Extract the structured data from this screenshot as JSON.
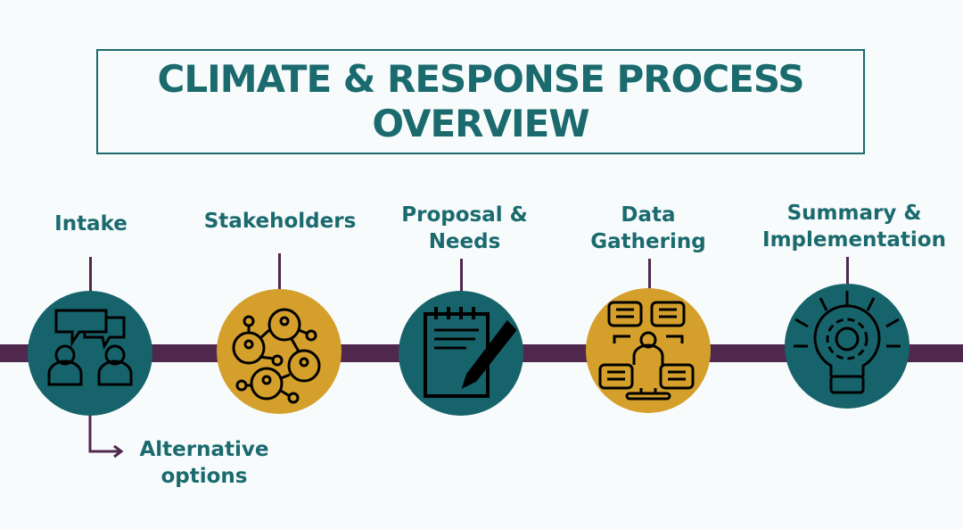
{
  "title": {
    "line1": "CLIMATE & RESPONSE PROCESS",
    "line2": "OVERVIEW"
  },
  "colors": {
    "teal": "#17636b",
    "gold": "#d4a02b",
    "timeline": "#50284e",
    "text": "#1a6a6e"
  },
  "steps": [
    {
      "label1": "Intake",
      "label2": "",
      "icon": "conversation-icon"
    },
    {
      "label1": "Stakeholders",
      "label2": "",
      "icon": "network-people-icon"
    },
    {
      "label1": "Proposal &",
      "label2": "Needs",
      "icon": "notepad-pencil-icon"
    },
    {
      "label1": "Data",
      "label2": "Gathering",
      "icon": "person-chat-bubbles-icon"
    },
    {
      "label1": "Summary &",
      "label2": "Implementation",
      "icon": "lightbulb-gear-icon"
    }
  ],
  "branch": {
    "label1": "Alternative",
    "label2": "options"
  }
}
